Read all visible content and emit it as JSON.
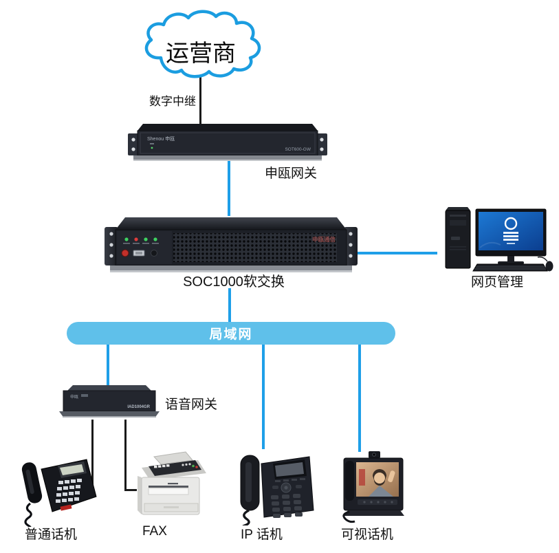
{
  "diagram_title": "SOC1000 softswitch network topology",
  "colors": {
    "line_blue": "#1E9FE8",
    "line_black": "#1a1a1a",
    "lan_bar_fill": "#5FC0EA",
    "cloud_stroke": "#1B9DE0",
    "label_color": "#111111"
  },
  "nodes": {
    "carrier": {
      "label": "运营商"
    },
    "gateway": {
      "label": "申瓯网关",
      "brand": "Shenou 申瓯",
      "model": "SOT600-GW"
    },
    "softswitch": {
      "label": "SOC1000软交换",
      "brand": "申瓯通信"
    },
    "web_mgmt": {
      "label": "网页管理"
    },
    "lan": {
      "label": "局域网"
    },
    "voice_gateway": {
      "label": "语音网关",
      "brand": "申瓯",
      "model": "IAD1004GR"
    },
    "analog_phone": {
      "label": "普通话机"
    },
    "fax": {
      "label": "FAX"
    },
    "ip_phone": {
      "label": "IP 话机"
    },
    "video_phone": {
      "label": "可视话机"
    }
  },
  "links": {
    "digital_trunk": {
      "label": "数字中继"
    }
  }
}
